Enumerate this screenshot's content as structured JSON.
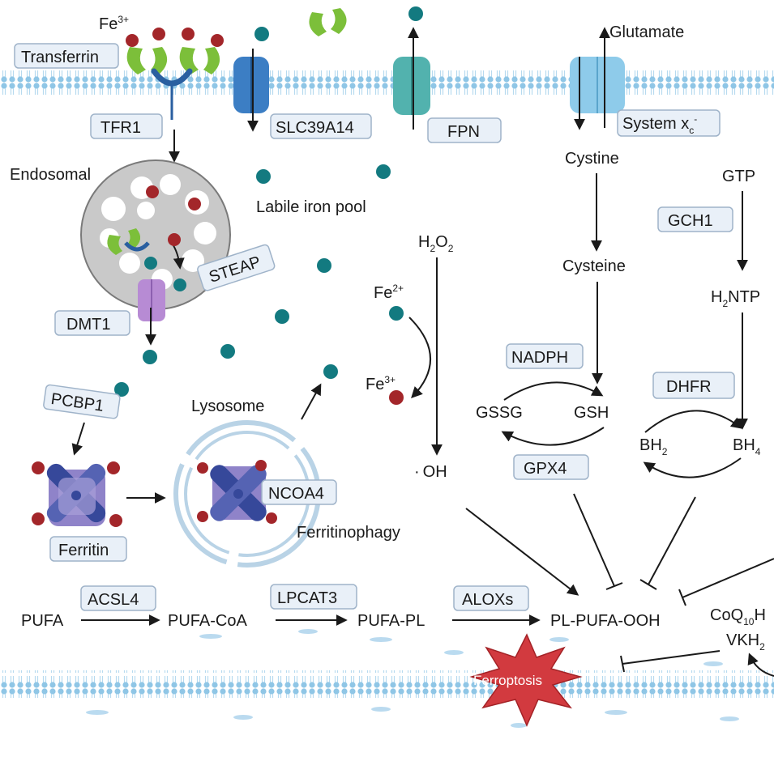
{
  "labels": {
    "fe3_top": "Fe",
    "fe3_top_sup": "3+",
    "transferrin": "Transferrin",
    "tfr1": "TFR1",
    "slc39a14": "SLC39A14",
    "fpn": "FPN",
    "glutamate": "Glutamate",
    "system_xc": "System x",
    "system_xc_sub": "c",
    "system_xc_sup": "-",
    "endosomal": "Endosomal",
    "labile_iron_pool": "Labile iron pool",
    "steap": "STEAP",
    "dmt1": "DMT1",
    "pcbp1": "PCBP1",
    "ferritin": "Ferritin",
    "lysosome": "Lysosome",
    "ncoa4": "NCOA4",
    "ferritinophagy": "Ferritinophagy",
    "h2o2_a": "H",
    "h2o2_sub1": "2",
    "h2o2_b": "O",
    "h2o2_sub2": "2",
    "fe2": "Fe",
    "fe2_sup": "2+",
    "fe3": "Fe",
    "fe3_sup": "3+",
    "oh_dot": "·",
    "oh": "OH",
    "cystine": "Cystine",
    "cysteine": "Cysteine",
    "nadph": "NADPH",
    "gssg": "GSSG",
    "gsh": "GSH",
    "gpx4": "GPX4",
    "gtp": "GTP",
    "gch1": "GCH1",
    "h2ntp_a": "H",
    "h2ntp_sub": "2",
    "h2ntp_b": "NTP",
    "dhfr": "DHFR",
    "bh2_a": "BH",
    "bh2_sub": "2",
    "bh4_a": "BH",
    "bh4_sub": "4",
    "pufa": "PUFA",
    "acsl4": "ACSL4",
    "pufa_coa": "PUFA-CoA",
    "lpcat3": "LPCAT3",
    "pufa_pl": "PUFA-PL",
    "aloxs": "ALOXs",
    "pl_pufa_ooh": "PL-PUFA-OOH",
    "coq10_a": "CoQ",
    "coq10_sub": "10",
    "coq10_b": "H",
    "vkh2_a": "VKH",
    "vkh2_sub": "2",
    "ferroptosis": "Ferroptosis"
  },
  "colors": {
    "fe2_iron": "#137a80",
    "fe3_iron": "#a3262a",
    "membrane": "#8fc6e6",
    "label_box": "#e9f0f8",
    "ferroptosis_star": "#d23a3f",
    "ferritin_blue": "#36489a",
    "ferritin_purple": "#8f83c9"
  }
}
